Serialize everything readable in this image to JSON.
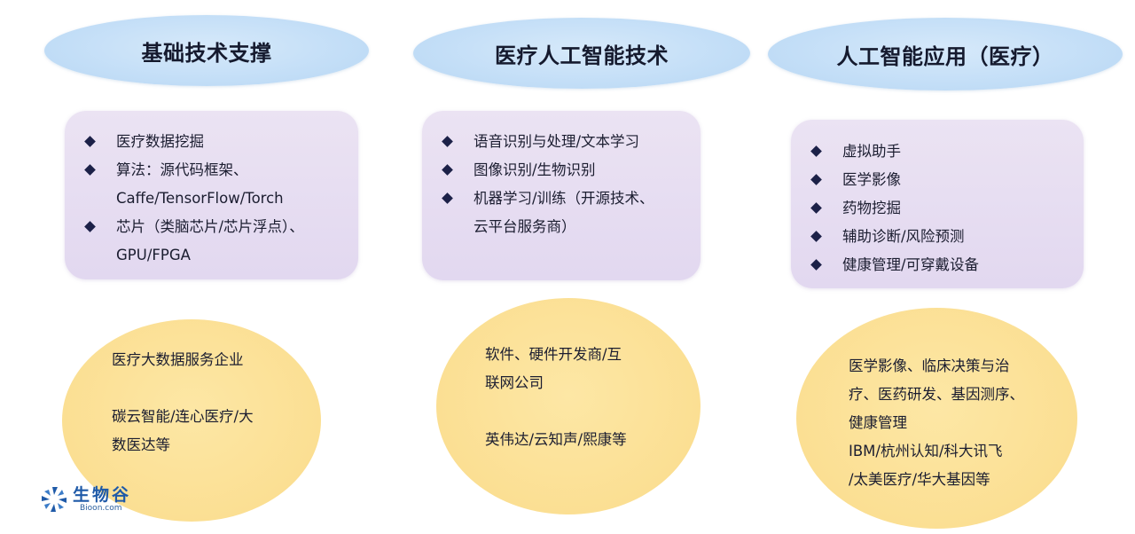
{
  "columns": [
    {
      "header": "基础技术支撑",
      "tech_items": [
        {
          "lines": [
            "医疗数据挖掘"
          ]
        },
        {
          "lines": [
            "算法：源代码框架、",
            "Caffe/TensorFlow/Torch"
          ]
        },
        {
          "lines": [
            "芯片（类脑芯片/芯片浮点）、",
            "GPU/FPGA"
          ]
        }
      ],
      "company_paragraphs": [
        [
          "医疗大数据服务企业"
        ],
        [
          "碳云智能/连心医疗/大",
          "数医达等"
        ]
      ]
    },
    {
      "header": "医疗人工智能技术",
      "tech_items": [
        {
          "lines": [
            "语音识别与处理/文本学习"
          ]
        },
        {
          "lines": [
            "图像识别/生物识别"
          ]
        },
        {
          "lines": [
            "机器学习/训练（开源技术、",
            "云平台服务商）"
          ]
        }
      ],
      "company_paragraphs": [
        [
          "软件、硬件开发商/互",
          "联网公司"
        ],
        [
          "英伟达/云知声/熙康等"
        ]
      ]
    },
    {
      "header": "人工智能应用（医疗）",
      "tech_items": [
        {
          "lines": [
            "虚拟助手"
          ]
        },
        {
          "lines": [
            "医学影像"
          ]
        },
        {
          "lines": [
            "药物挖掘"
          ]
        },
        {
          "lines": [
            "辅助诊断/风险预测"
          ]
        },
        {
          "lines": [
            "健康管理/可穿戴设备"
          ]
        }
      ],
      "company_paragraphs": [
        [
          "医学影像、临床决策与治",
          "疗、医药研发、基因测序、",
          "健康管理",
          "IBM/杭州认知/科大讯飞",
          "/太美医疗/华大基因等"
        ]
      ]
    }
  ],
  "logo": {
    "name_cn": "生物谷",
    "domain": "Bioon.com",
    "icon": "pinwheel-logo-icon"
  },
  "colors": {
    "header_ellipse": "#c3def7",
    "tech_box": "#e5dbf1",
    "company_circle": "#fbdf93",
    "bullet": "#1c2148",
    "logo": "#1f5aa8"
  }
}
